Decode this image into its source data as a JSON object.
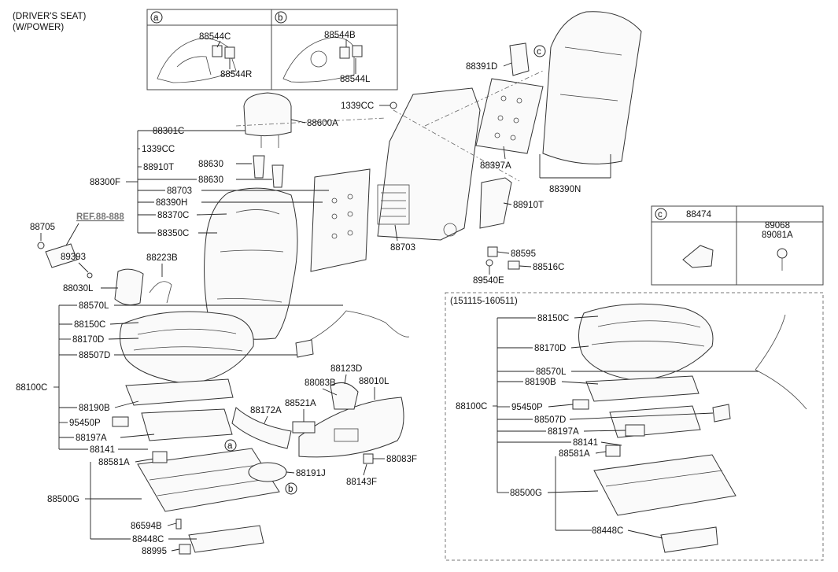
{
  "header": {
    "line1": "(DRIVER'S SEAT)",
    "line2": "(W/POWER)"
  },
  "inset_a": {
    "marker": "a",
    "parts": [
      "88544C",
      "88544R"
    ]
  },
  "inset_b": {
    "marker": "b",
    "parts": [
      "88544B",
      "88544L"
    ]
  },
  "inset_c": {
    "marker": "c",
    "parts": [
      "88474",
      "89068",
      "89081A"
    ]
  },
  "ref_label": "REF.88-888",
  "backrest_group": {
    "assembly": "88300F",
    "parts": [
      "88301C",
      "1339CC",
      "88910T",
      "88630",
      "88630",
      "88703",
      "88390H",
      "88370C",
      "88350C"
    ]
  },
  "cushion_group": {
    "assembly": "88100C",
    "parts": [
      "88570L",
      "88150C",
      "88170D",
      "88507D",
      "88190B",
      "95450P",
      "88197A",
      "88141"
    ]
  },
  "track_group": {
    "assembly": "88500G",
    "parts": [
      "88581A",
      "86594B",
      "88448C",
      "88995"
    ]
  },
  "labels": {
    "p88600A": "88600A",
    "p1339CC": "1339CC",
    "p88391D": "88391D",
    "p88397A": "88397A",
    "p88390N": "88390N",
    "p88910T": "88910T",
    "p88703": "88703",
    "p88595": "88595",
    "p88516C": "88516C",
    "p89540E": "89540E",
    "p88705": "88705",
    "p89393": "89393",
    "p88030L": "88030L",
    "p88223B": "88223B",
    "p88123D": "88123D",
    "p88083B": "88083B",
    "p88010L": "88010L",
    "p88521A": "88521A",
    "p88172A": "88172A",
    "p88191J": "88191J",
    "p88083F": "88083F",
    "p88143F": "88143F"
  },
  "variant_box": {
    "title": "(151115-160511)",
    "assembly": "88100C",
    "parts": [
      "88150C",
      "88170D",
      "88570L",
      "88190B",
      "95450P",
      "88507D",
      "88197A",
      "88141",
      "88581A"
    ],
    "track": {
      "assembly": "88500G",
      "parts": [
        "88448C"
      ]
    }
  }
}
